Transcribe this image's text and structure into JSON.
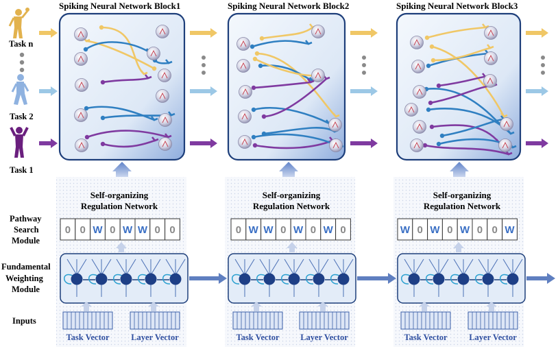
{
  "blocks": [
    {
      "title": "Spiking Neural Network  Block1",
      "regulation": [
        "Self-organizing",
        "Regulation Network"
      ],
      "pathway": [
        "0",
        "0",
        "W",
        "0",
        "W",
        "W",
        "0",
        "0"
      ],
      "inputs": [
        "Task Vector",
        "Layer Vector"
      ]
    },
    {
      "title": "Spiking Neural Network  Block2",
      "regulation": [
        "Self-organizing",
        "Regulation Network"
      ],
      "pathway": [
        "0",
        "W",
        "W",
        "0",
        "W",
        "0",
        "W",
        "0"
      ],
      "inputs": [
        "Task Vector",
        "Layer Vector"
      ]
    },
    {
      "title": "Spiking Neural Network  Block3",
      "regulation": [
        "Self-organizing",
        "Regulation Network"
      ],
      "pathway": [
        "W",
        "0",
        "W",
        "0",
        "W",
        "0",
        "0",
        "W"
      ],
      "inputs": [
        "Task Vector",
        "Layer Vector"
      ]
    }
  ],
  "tasks": [
    "Task n",
    "Task 2",
    "Task 1"
  ],
  "row_labels": {
    "pathway": [
      "Pathway",
      "Search",
      "Module"
    ],
    "fundamental": [
      "Fundamental",
      "Weighting",
      "Module"
    ],
    "inputs": "Inputs"
  },
  "colors": {
    "task_n": "#f0c766",
    "task_2": "#9cc8e6",
    "task_1": "#7f3aa0",
    "blue_path": "#2f7fc1",
    "w_text": "#3a6fc4",
    "zero_text": "#888888"
  }
}
